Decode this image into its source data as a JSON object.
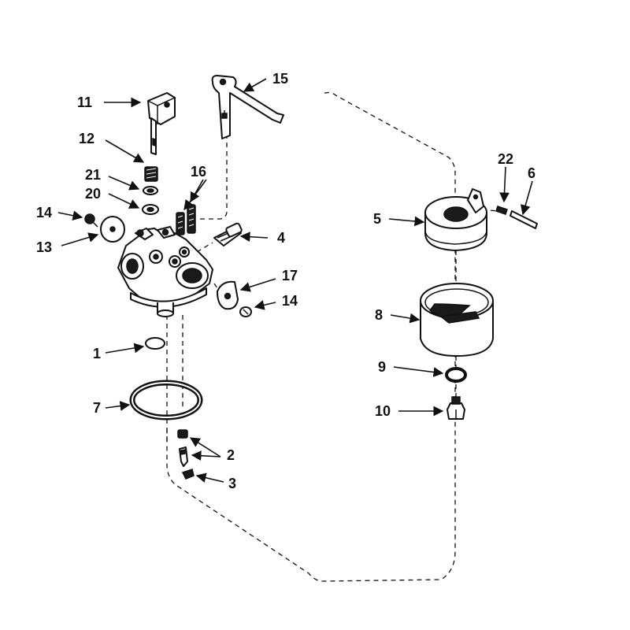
{
  "labels": {
    "l1": "1",
    "l2": "2",
    "l3": "3",
    "l4": "4",
    "l5": "5",
    "l6": "6",
    "l7": "7",
    "l8": "8",
    "l9": "9",
    "l10": "10",
    "l11": "11",
    "l12": "12",
    "l13": "13",
    "l14a": "14",
    "l14b": "14",
    "l15": "15",
    "l16": "16",
    "l17": "17",
    "l20": "20",
    "l21": "21",
    "l22": "22"
  },
  "colors": {
    "ink": "#111111",
    "paper": "#ffffff"
  }
}
